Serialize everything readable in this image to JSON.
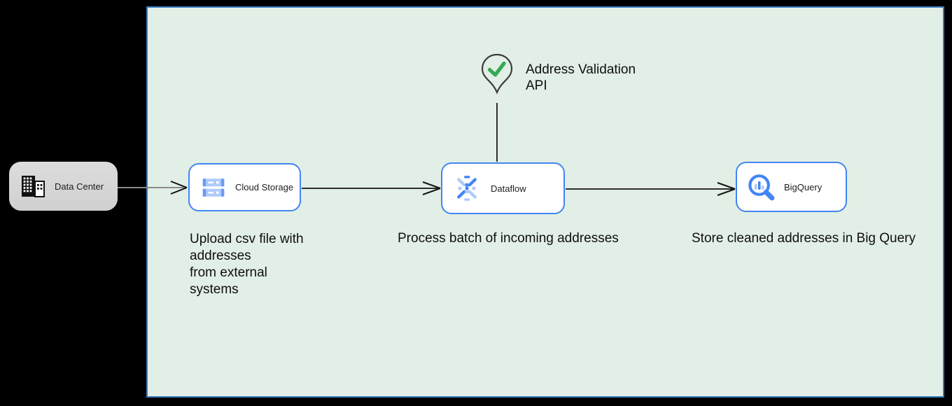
{
  "scene": {
    "external": {
      "label": "Data Center"
    },
    "nodes": {
      "cloud_storage": {
        "label": "Cloud Storage"
      },
      "dataflow": {
        "label": "Dataflow"
      },
      "bigquery": {
        "label": "BigQuery"
      }
    },
    "annotation": {
      "line1": "Address Validation",
      "line2": "API"
    },
    "captions": {
      "upload": {
        "lines": [
          "Upload csv file with",
          "addresses",
          "from external",
          "systems"
        ]
      },
      "process": "Process batch of incoming addresses",
      "store": "Store cleaned addresses in Big Query"
    },
    "icons": {
      "external": "building-icon",
      "cloud_storage": "cloud-storage-icon",
      "dataflow": "dataflow-icon",
      "bigquery": "bigquery-search-icon",
      "annotation": "map-pin-check-icon"
    },
    "colors": {
      "background": "#000000",
      "canvas_fill": "#E2EFE6",
      "canvas_border": "#3579BC",
      "node_border": "#4285F4",
      "icon_blue": "#4285F4",
      "icon_light_blue": "#AECBFA",
      "check_green": "#34A853",
      "external_fill": "#DCDCDC"
    }
  }
}
